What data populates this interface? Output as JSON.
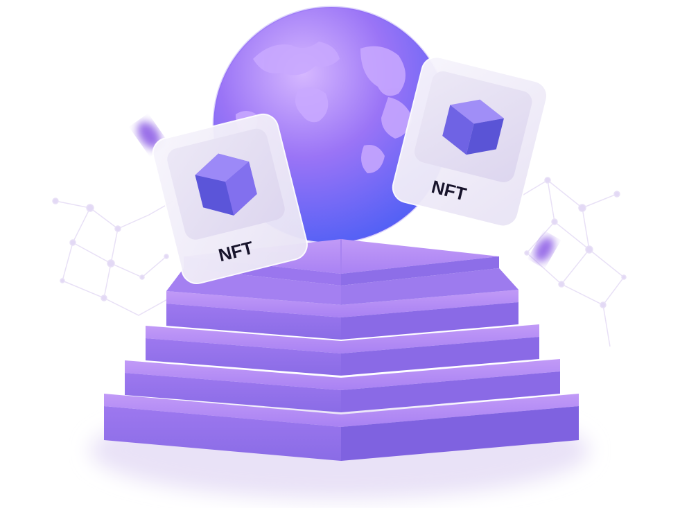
{
  "illustration": {
    "cards": [
      {
        "label": "NFT",
        "icon": "gem-icon"
      },
      {
        "label": "NFT",
        "icon": "cube-icon"
      }
    ],
    "objects": [
      "globe",
      "staircase-pedestal",
      "network-mesh"
    ],
    "colors": {
      "stair_top": "#b38af5",
      "stair_front": "#a57ef2",
      "stair_dark": "#8565de",
      "globe_light": "#c7a3ff",
      "globe_dark": "#4b5ff6",
      "card_bg": "#f1eef8",
      "network": "#e6ddf6",
      "text": "#17132b"
    }
  }
}
